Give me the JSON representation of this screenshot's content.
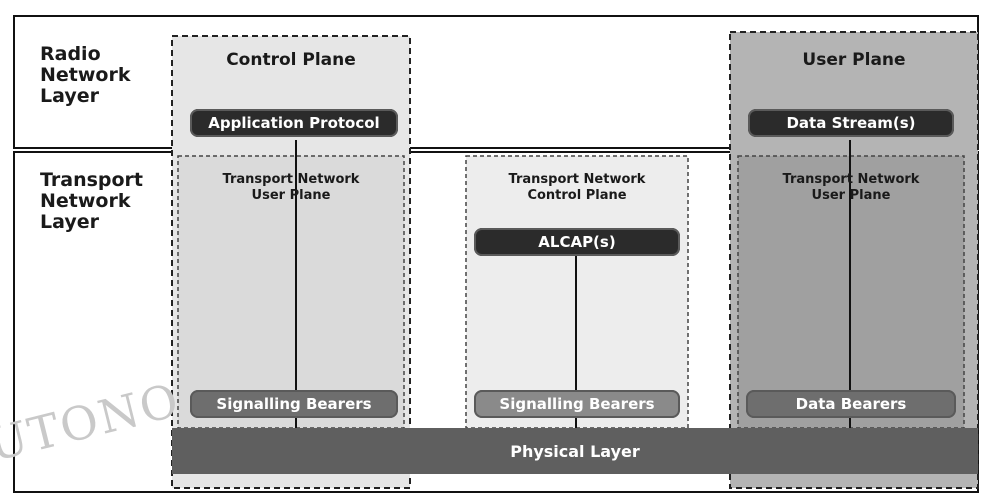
{
  "layers": {
    "radio": "Radio\nNetwork\nLayer",
    "transport": "Transport\nNetwork\nLayer"
  },
  "planes": {
    "control": "Control Plane",
    "user": "User Plane"
  },
  "radio_layer": {
    "application_protocol": "Application Protocol",
    "data_streams": "Data Stream(s)"
  },
  "transport_layer": {
    "left_user_plane": "Transport  Network\nUser Plane",
    "middle_control_plane": "Transport Network\nControl Plane",
    "right_user_plane": "Transport  Network\nUser Plane",
    "alcap": "ALCAP(s)",
    "signalling_bearers_left": "Signalling Bearers",
    "signalling_bearers_middle": "Signalling Bearers",
    "data_bearers": "Data Bearers"
  },
  "physical_layer": "Physical Layer",
  "watermark": "UTONO",
  "colors": {
    "line": "#111111",
    "panel_light": "#ececec",
    "panel_mid": "#d8d8d8",
    "panel_dark": "#a9a9a9",
    "pill_dark": "#2b2b2b",
    "physical": "#5f5f5f"
  }
}
